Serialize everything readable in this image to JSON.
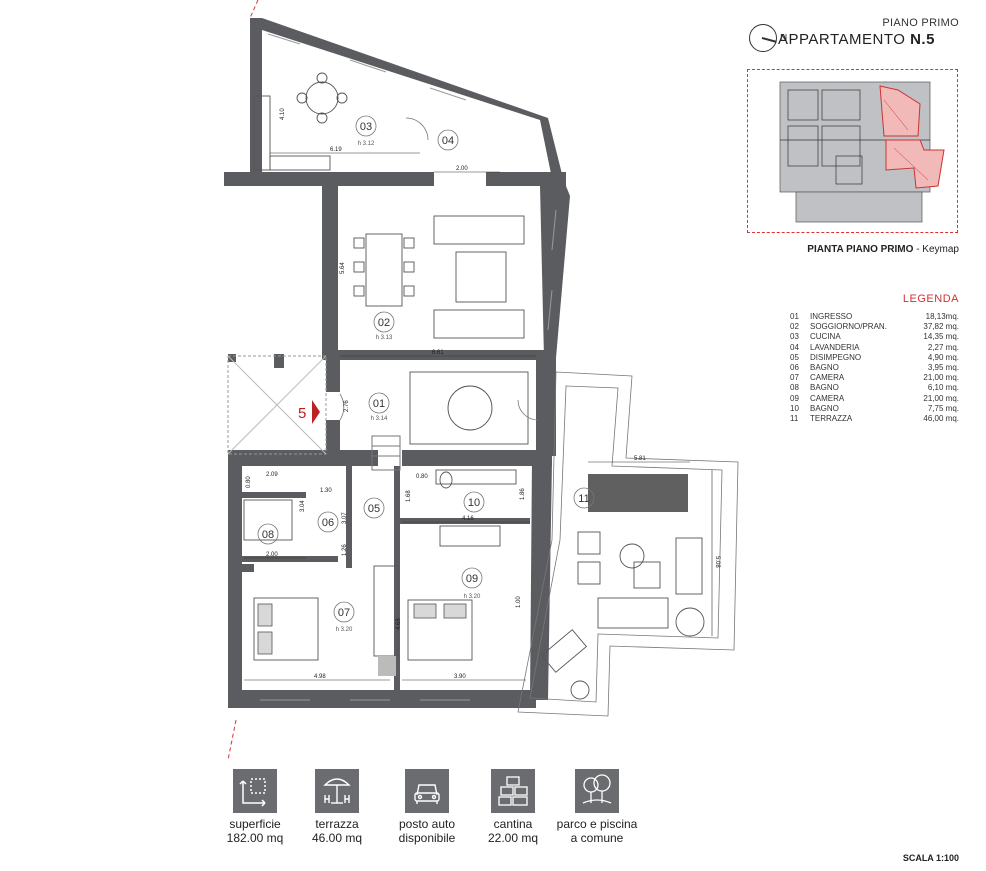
{
  "header": {
    "floor": "PIANO PRIMO",
    "apartment_label": "APPARTAMENTO",
    "apartment_number": "N.5",
    "compass_letter": "N"
  },
  "keymap": {
    "caption_bold": "PIANTA PIANO PRIMO",
    "caption_rest": " - Keymap"
  },
  "legend": {
    "title": "LEGENDA",
    "rows": [
      {
        "n": "01",
        "name": "INGRESSO",
        "area": "18,13mq."
      },
      {
        "n": "02",
        "name": "SOGGIORNO/PRAN.",
        "area": "37,82 mq."
      },
      {
        "n": "03",
        "name": "CUCINA",
        "area": "14,35 mq."
      },
      {
        "n": "04",
        "name": "LAVANDERIA",
        "area": "2,27 mq."
      },
      {
        "n": "05",
        "name": "DISIMPEGNO",
        "area": "4,90 mq."
      },
      {
        "n": "06",
        "name": "BAGNO",
        "area": "3,95 mq."
      },
      {
        "n": "07",
        "name": "CAMERA",
        "area": "21,00 mq."
      },
      {
        "n": "08",
        "name": "BAGNO",
        "area": "6,10 mq."
      },
      {
        "n": "09",
        "name": "CAMERA",
        "area": "21,00 mq."
      },
      {
        "n": "10",
        "name": "BAGNO",
        "area": "7,75 mq."
      },
      {
        "n": "11",
        "name": "TERRAZZA",
        "area": "46,00 mq."
      }
    ]
  },
  "plan": {
    "entrance_number": "5",
    "rooms": {
      "r01": {
        "num": "01",
        "h": "h 3.14"
      },
      "r02": {
        "num": "02",
        "h": "h 3.13"
      },
      "r03": {
        "num": "03",
        "h": "h 3.12"
      },
      "r04": {
        "num": "04"
      },
      "r05": {
        "num": "05"
      },
      "r06": {
        "num": "06"
      },
      "r07": {
        "num": "07",
        "h": "h 3.20"
      },
      "r08": {
        "num": "08"
      },
      "r09": {
        "num": "09",
        "h": "h 3.20"
      },
      "r10": {
        "num": "10"
      },
      "r11": {
        "num": "11"
      }
    },
    "dims": {
      "d_410": "4.10",
      "d_619": "6.19",
      "d_200a": "2.00",
      "d_564": "5.64",
      "d_661": "6.61",
      "d_276": "2.76",
      "d_080a": "0.80",
      "d_209": "2.09",
      "d_080b": "0.80",
      "d_130": "1.30",
      "d_168": "1.68",
      "d_186": "1.86",
      "d_416": "4.16",
      "d_304": "3.04",
      "d_307": "3.07",
      "d_200b": "2.00",
      "d_126": "1.26",
      "d_498": "4.98",
      "d_390": "3.90",
      "d_468": "4.68",
      "d_581": "5.81",
      "d_508": "5.08",
      "d_100": "1.00"
    }
  },
  "features": [
    {
      "icon": "area-icon",
      "line1": "superficie",
      "line2": "182.00 mq"
    },
    {
      "icon": "terrace-umbrella-icon",
      "line1": "terrazza",
      "line2": "46.00 mq"
    },
    {
      "icon": "car-icon",
      "line1": "posto auto",
      "line2": "disponibile"
    },
    {
      "icon": "cellar-boxes-icon",
      "line1": "cantina",
      "line2": "22.00 mq"
    },
    {
      "icon": "park-trees-icon",
      "line1": "parco e piscina",
      "line2": "a comune"
    }
  ],
  "scale": "SCALA 1:100",
  "colors": {
    "wall": "#5a5c60",
    "accent_red": "#c33",
    "icon_bg": "#6a6c70"
  }
}
